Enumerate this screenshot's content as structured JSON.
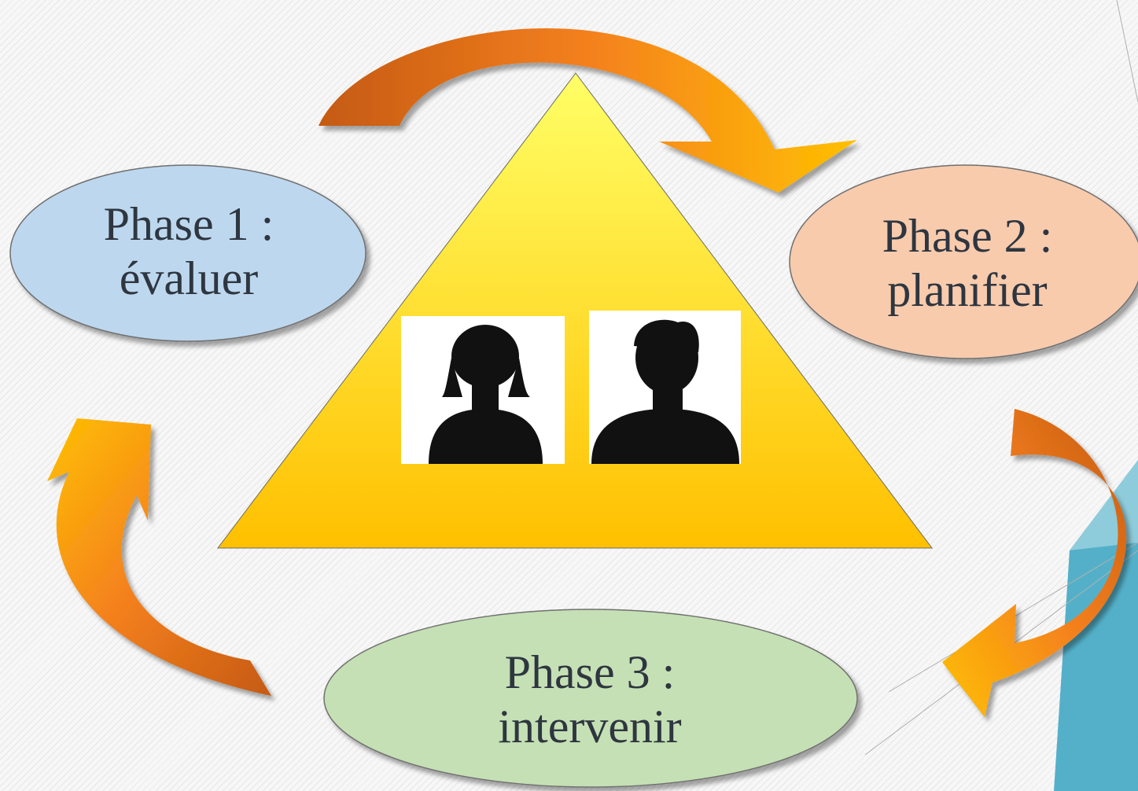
{
  "phases": [
    {
      "line1": "Phase 1 :",
      "line2": "évaluer",
      "color": "#bdd7ee"
    },
    {
      "line1": "Phase 2 :",
      "line2": "planifier",
      "color": "#f8cbad"
    },
    {
      "line1": "Phase 3 :",
      "line2": "intervenir",
      "color": "#c5e0b4"
    }
  ],
  "colors": {
    "triangle_top": "#ffff66",
    "triangle_bottom": "#ffc000",
    "arrow_light": "#ffc000",
    "arrow_dark": "#c55a11",
    "accent_teal": "#4bacc6",
    "text": "#2e3640"
  },
  "icons": [
    "female-avatar-icon",
    "male-avatar-icon",
    "cycle-arrow-icon"
  ]
}
